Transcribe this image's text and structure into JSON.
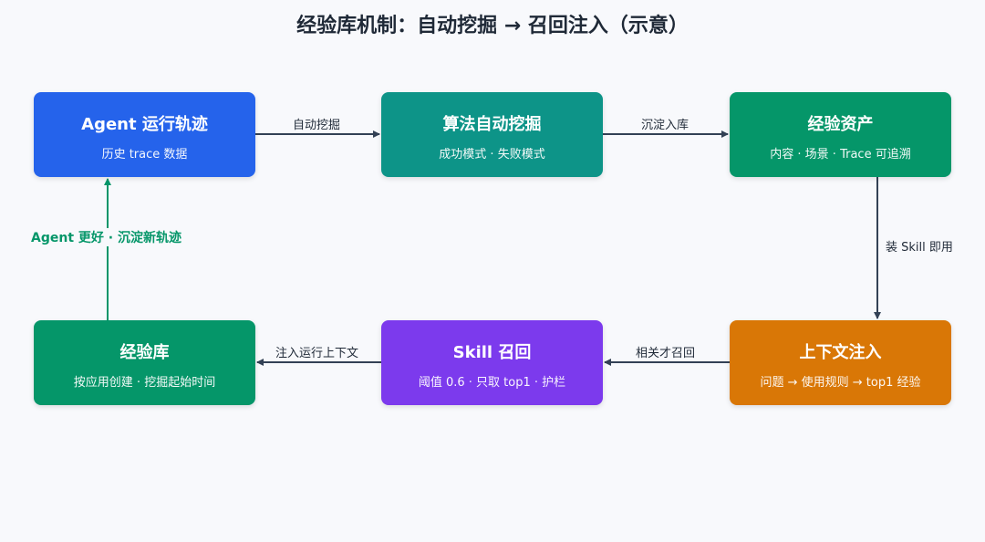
{
  "title": "经验库机制：自动挖掘 → 召回注入（示意）",
  "nodes": [
    {
      "title": "Agent 运行轨迹",
      "subtitle": "历史 trace 数据",
      "color": "#2563eb"
    },
    {
      "title": "算法自动挖掘",
      "subtitle": "成功模式 · 失败模式",
      "color": "#0d9488"
    },
    {
      "title": "经验资产",
      "subtitle": "内容 · 场景 · Trace 可追溯",
      "color": "#059669"
    },
    {
      "title": "上下文注入",
      "subtitle": "问题 → 使用规则 → top1 经验",
      "color": "#d97706"
    },
    {
      "title": "Skill 召回",
      "subtitle": "阈值 0.6 · 只取 top1 · 护栏",
      "color": "#7c3aed"
    },
    {
      "title": "经验库",
      "subtitle": "按应用创建 · 挖掘起始时间",
      "color": "#059669"
    }
  ],
  "edges": [
    {
      "label": "自动挖掘"
    },
    {
      "label": "沉淀入库"
    },
    {
      "label": "装 Skill 即用"
    },
    {
      "label": "相关才召回"
    },
    {
      "label": "注入运行上下文"
    },
    {
      "label": "Agent 更好 · 沉淀新轨迹"
    }
  ],
  "colors": {
    "arrow": "#334155",
    "feedback_arrow": "#059669"
  }
}
